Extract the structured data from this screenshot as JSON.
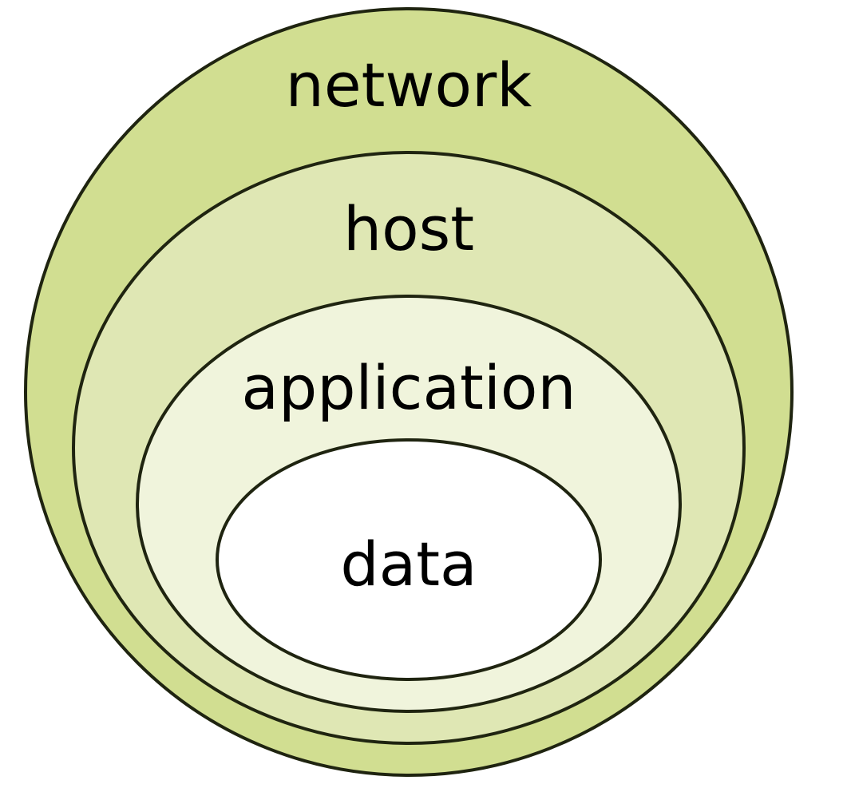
{
  "layers": [
    {
      "label": "network",
      "fill": "#d1de91"
    },
    {
      "label": "host",
      "fill": "#dfe7b4"
    },
    {
      "label": "application",
      "fill": "#f0f4dc"
    },
    {
      "label": "data",
      "fill": "#ffffff"
    }
  ],
  "outline_color": "#1f2410"
}
